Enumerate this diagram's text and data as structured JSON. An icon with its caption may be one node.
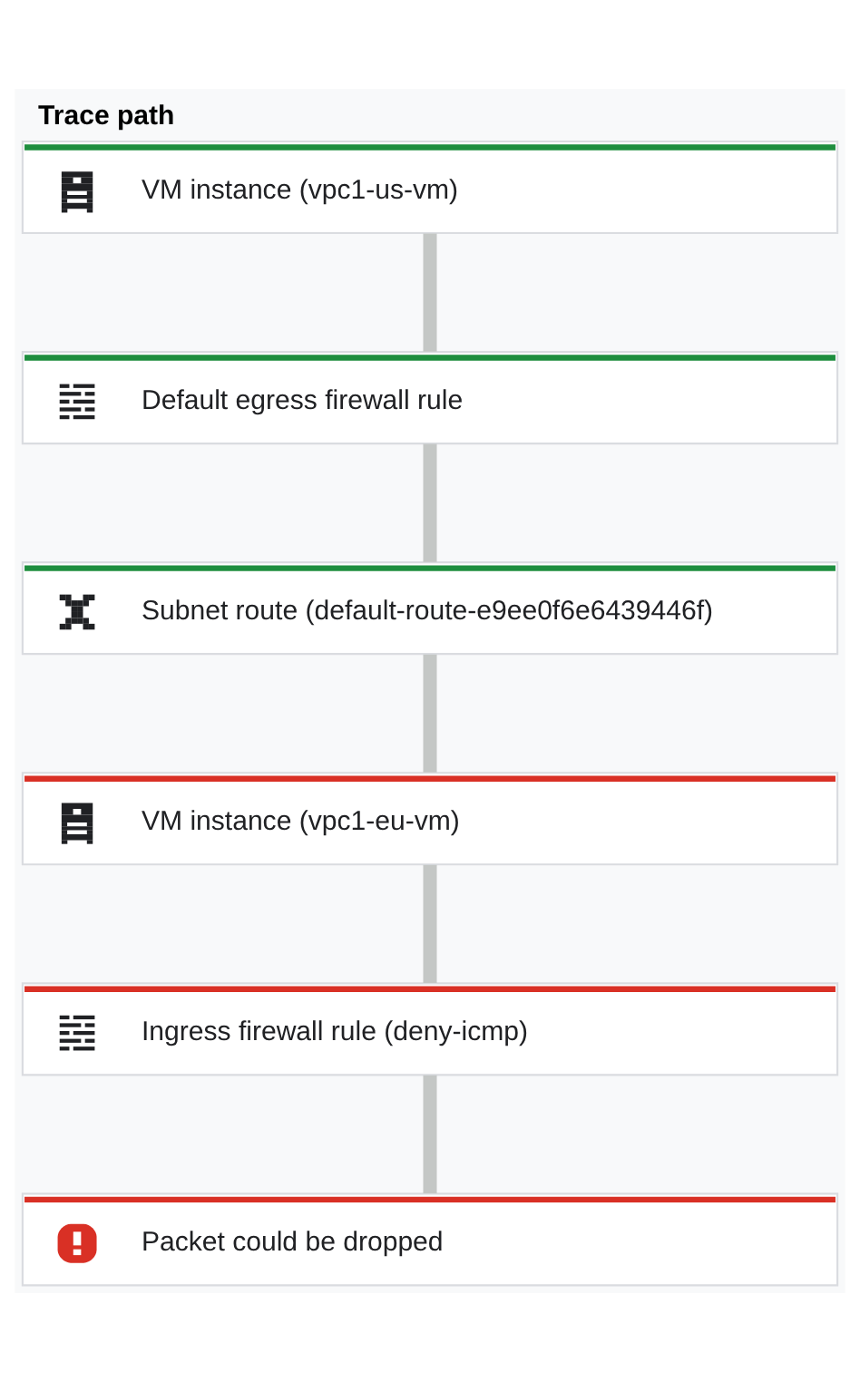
{
  "diagram": {
    "title": "Trace path",
    "nodes": [
      {
        "text": [
          "VM instance (vpc1-us-vm)"
        ]
      },
      {
        "text": [
          "Default egress firewall rule"
        ]
      },
      {
        "text": [
          "Subnet route (default-route-e9ee0f6e6439446f)"
        ]
      },
      {
        "text": [
          "VM instance (vpc1-eu-vm)"
        ]
      },
      {
        "text": [
          "Ingress firewall rule (deny-icmp)"
        ]
      },
      {
        "text": [
          "Packet could be dropped"
        ]
      }
    ],
    "edges": [
      {
        "from": 0,
        "to": 1,
        "arrow": "none"
      },
      {
        "from": 1,
        "to": 2,
        "arrow": "none"
      },
      {
        "from": 2,
        "to": 3,
        "arrow": "none"
      },
      {
        "from": 3,
        "to": 4,
        "arrow": "none"
      },
      {
        "from": 4,
        "to": 5,
        "arrow": "none"
      }
    ]
  }
}
